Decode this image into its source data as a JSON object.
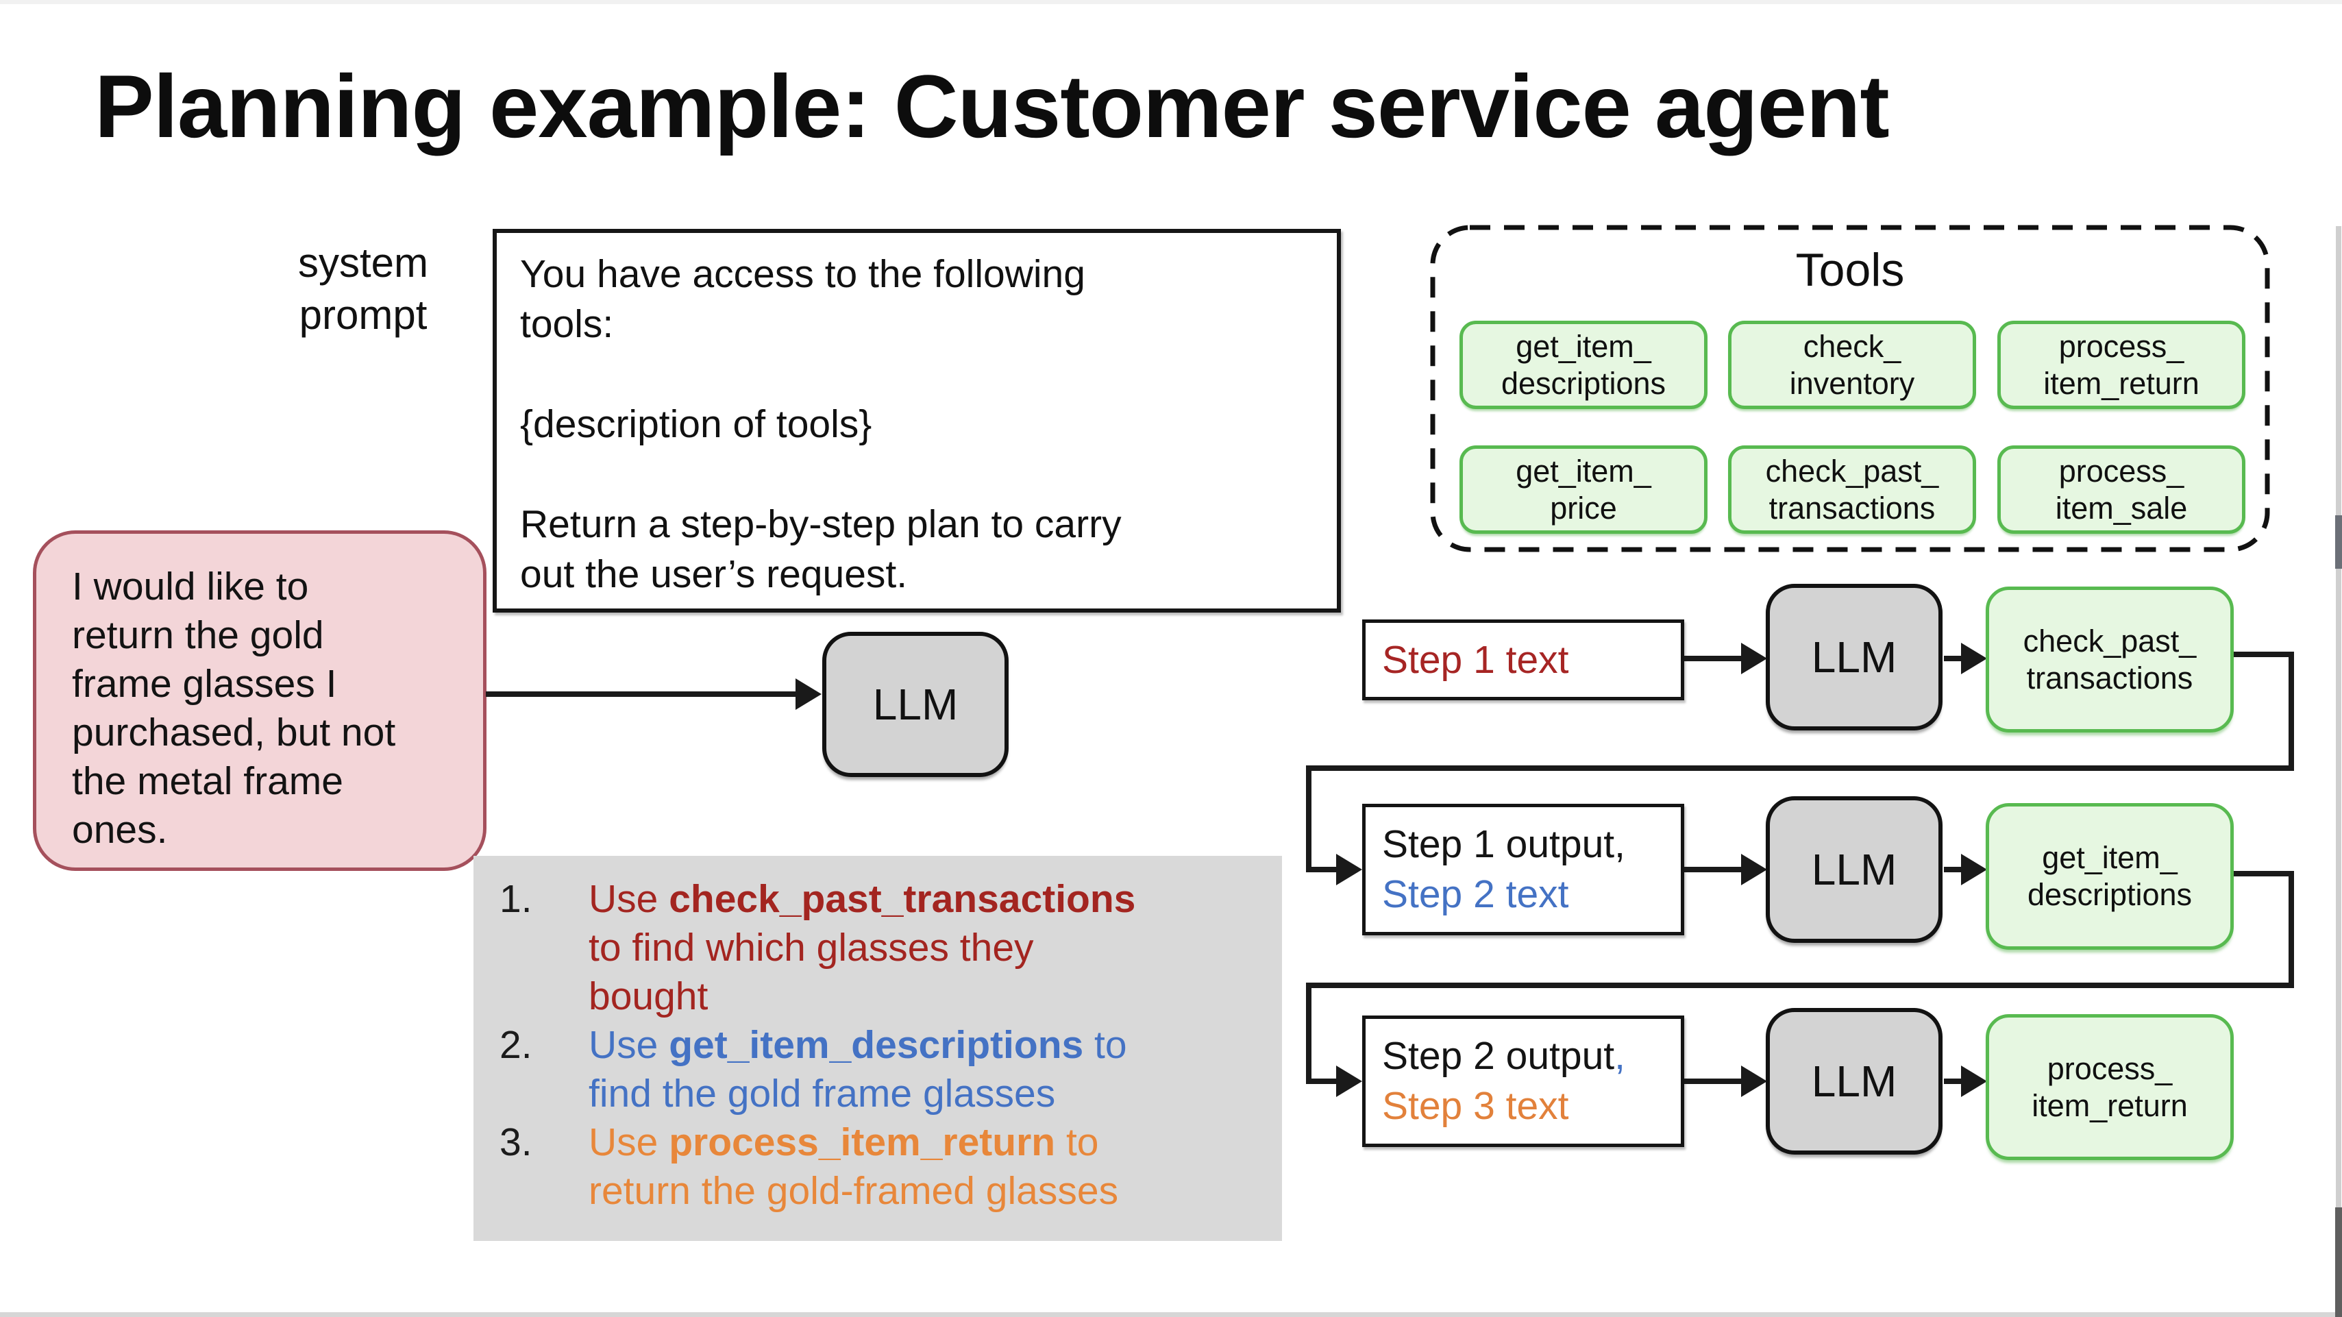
{
  "title": "Planning example: Customer service agent",
  "system_prompt": {
    "label": "system\nprompt",
    "text": "You have access to the following\ntools:\n\n{description of tools}\n\nReturn a step-by-step plan to carry\nout the user’s request."
  },
  "user_message": {
    "text": "I would like to\nreturn the gold\nframe glasses I\npurchased, but not\nthe metal frame\nones."
  },
  "llm_label": "LLM",
  "tools_panel": {
    "title": "Tools",
    "tools": [
      "get_item_\ndescriptions",
      "check_\ninventory",
      "process_\nitem_return",
      "get_item_\nprice",
      "check_past_\ntransactions",
      "process_\nitem_sale"
    ]
  },
  "plan": {
    "items": [
      {
        "num": "1.",
        "pre": "Use ",
        "tool": "check_past_transactions",
        "post": "\nto find which glasses they\nbought",
        "style": "color:#a32520"
      },
      {
        "num": "2.",
        "pre": "Use ",
        "tool": "get_item_descriptions",
        "post": " to\nfind the gold frame glasses",
        "style": "color:#4472c4"
      },
      {
        "num": "3.",
        "pre": "Use ",
        "tool": "process_item_return",
        "post": " to\nreturn the gold-framed glasses",
        "style": "color:#e8873a"
      }
    ]
  },
  "flow": {
    "rows": [
      {
        "input_line1": {
          "text": "Step 1 text",
          "style": "color:#a62524"
        },
        "llm": "LLM",
        "tool": "check_past_\ntransactions"
      },
      {
        "input_line1": {
          "text": "Step 1 output,",
          "style": "color:#141414"
        },
        "input_line2": {
          "text": "Step 2 text",
          "style": "color:#4472c4"
        },
        "llm": "LLM",
        "tool": "get_item_\ndescriptions"
      },
      {
        "input_line1a": {
          "text": "Step 2 output",
          "style": "color:#141414"
        },
        "input_line1b": {
          "text": ",",
          "style": "color:#4472c4"
        },
        "input_line2": {
          "text": "Step 3 text",
          "style": "color:#e2813b"
        },
        "llm": "LLM",
        "tool": "process_\nitem_return"
      }
    ]
  },
  "colors": {
    "step1_red": "#a62524",
    "step2_blue": "#4472c4",
    "step3_orange": "#e8873a",
    "tool_pill_fill": "#e6f7e1",
    "tool_pill_border": "#58ba50",
    "llm_fill": "#d3d3d3",
    "user_bubble_fill": "#f3d5d8",
    "user_bubble_border": "#a5505c",
    "plan_background": "#d9d9d9",
    "connector": "#1a1a1a"
  }
}
